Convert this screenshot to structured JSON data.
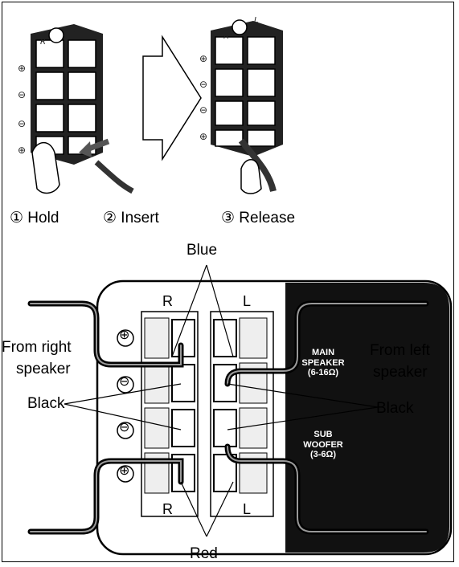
{
  "steps": [
    {
      "label": "① Hold"
    },
    {
      "label": "② Insert"
    },
    {
      "label": "③ Release"
    }
  ],
  "terminal_top_letters": {
    "left": "R",
    "right": "L"
  },
  "terminal_symbols": [
    "⊕",
    "⊖",
    "⊖",
    "⊕"
  ],
  "diagram": {
    "label_blue": "Blue",
    "label_red": "Red",
    "label_black_left": "Black",
    "label_black_right": "Black",
    "from_right": [
      "From right",
      "speaker"
    ],
    "from_left": [
      "From left",
      "speaker"
    ],
    "col_r": "R",
    "col_l": "L",
    "main_speaker": [
      "MAIN",
      "SPEAKER",
      "(6-16Ω)"
    ],
    "sub_woofer": [
      "SUB",
      "WOOFER",
      "(3-6Ω)"
    ],
    "polarity": [
      "⊕",
      "⊖",
      "⊖",
      "⊕"
    ]
  },
  "colors": {
    "ink": "#000000",
    "panel": "#111111",
    "grey": "#777777"
  }
}
